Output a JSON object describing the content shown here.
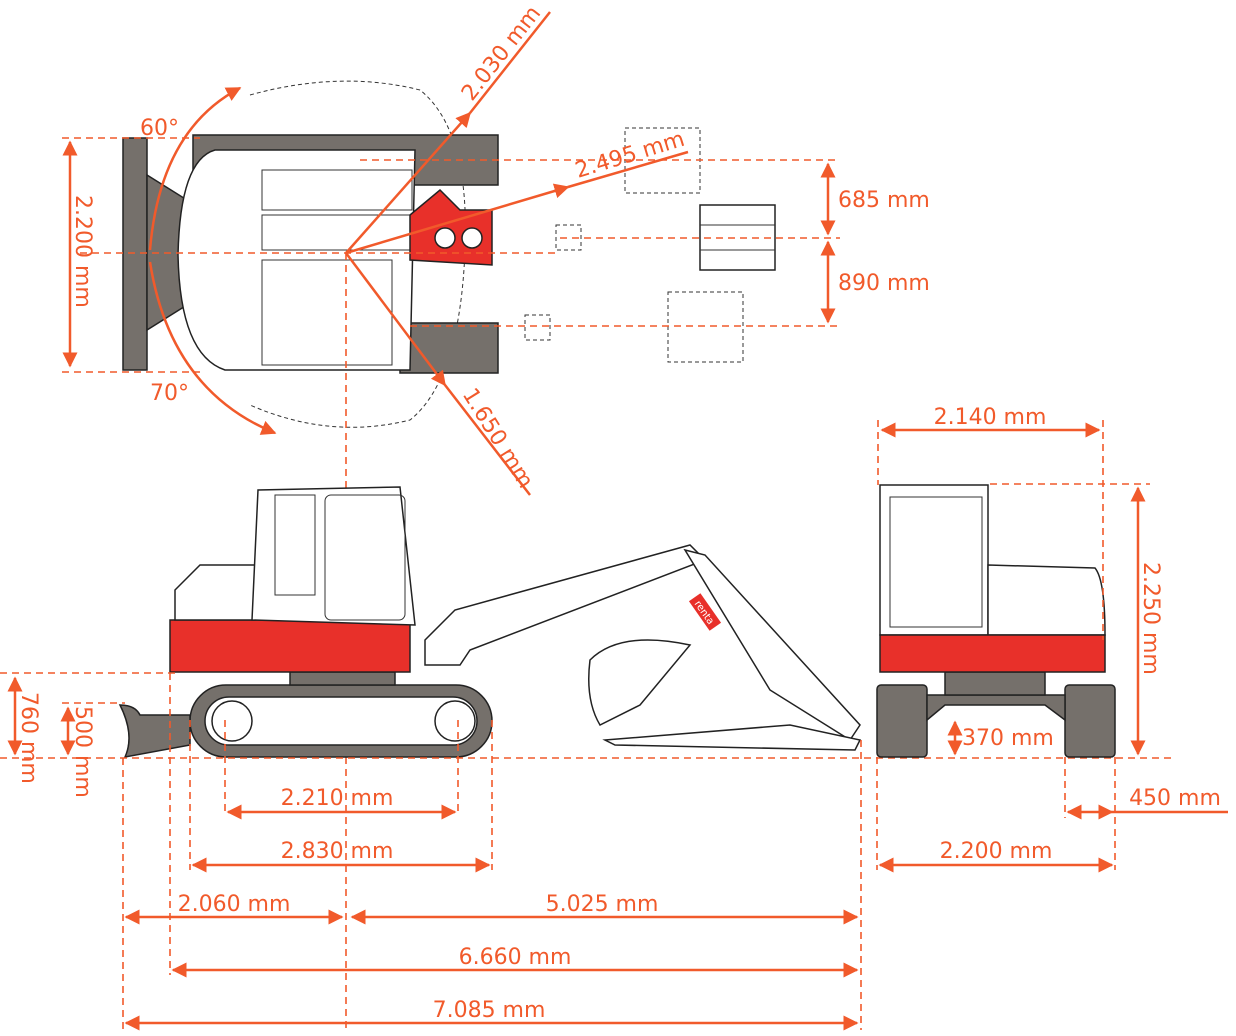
{
  "colors": {
    "dimension": "#f15a2b",
    "machine_red": "#e8302a",
    "track_gray": "#75706b"
  },
  "top_view": {
    "width": "2.200 mm",
    "swing_left": "60°",
    "swing_right": "70°",
    "radius_front": "2.030 mm",
    "radius_boom": "2.495 mm",
    "radius_rear": "1.650 mm",
    "offset_left": "685 mm",
    "offset_right": "890 mm"
  },
  "side_view": {
    "blade_lift": "760 mm",
    "blade_dig": "500 mm",
    "tumbler_distance": "2.210 mm",
    "track_length": "2.830 mm",
    "rear_to_center": "2.060 mm",
    "center_to_front": "5.025 mm",
    "length_without_blade": "6.660 mm",
    "total_length": "7.085 mm",
    "brand_logo": "renta"
  },
  "rear_view": {
    "cab_width": "2.140 mm",
    "height": "2.250 mm",
    "ground_clearance": "370 mm",
    "shoe_width": "450 mm",
    "track_width": "2.200 mm"
  }
}
